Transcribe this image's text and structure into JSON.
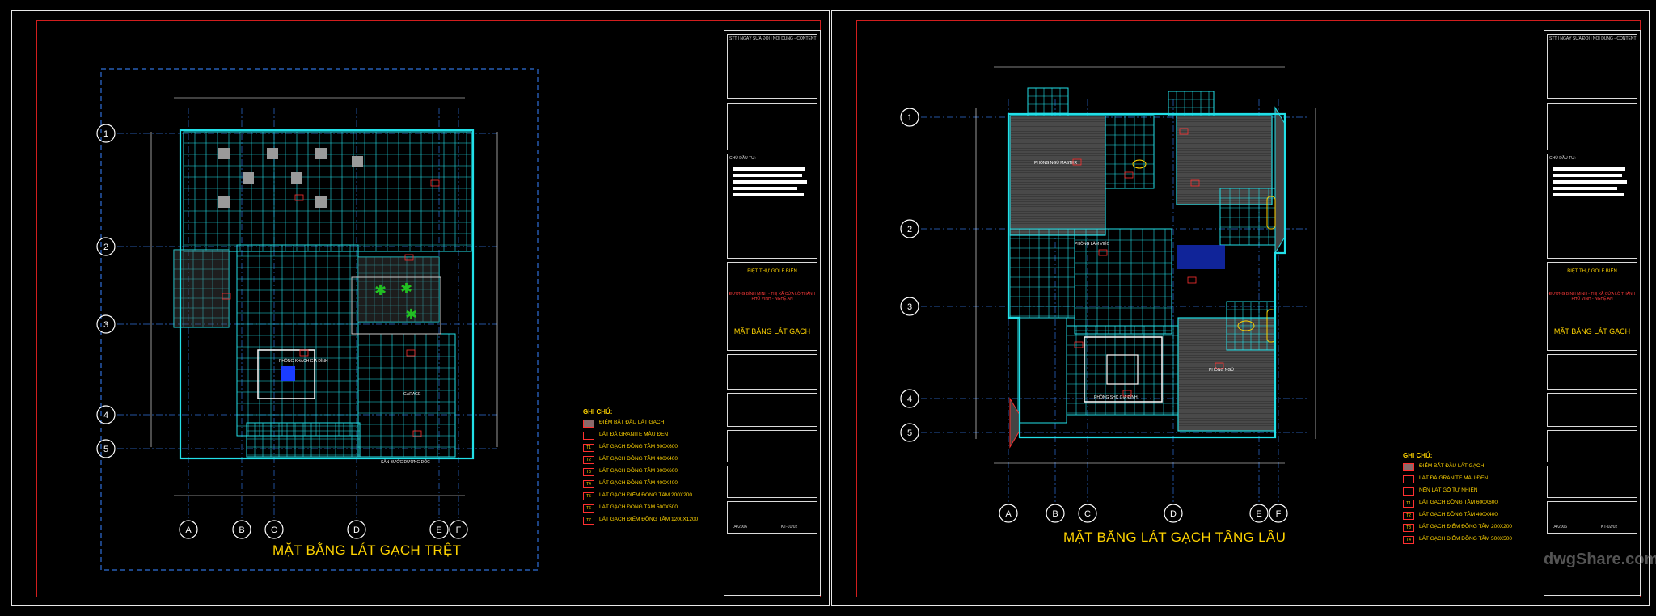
{
  "sheets": [
    {
      "plan_title": "MẶT BẰNG LÁT GẠCH TRỆT",
      "legend_title": "GHI CHÚ:",
      "legend": [
        {
          "code": "",
          "text": "ĐIỂM BẮT ĐẦU LÁT GẠCH"
        },
        {
          "code": "",
          "text": "LÁT ĐÁ GRANITE MÀU ĐEN"
        },
        {
          "code": "T1",
          "text": "LÁT GẠCH ĐỒNG TÂM 600X600"
        },
        {
          "code": "T2",
          "text": "LÁT GẠCH ĐỒNG TÂM 400X400"
        },
        {
          "code": "T3",
          "text": "LÁT GẠCH ĐỒNG TÂM 300X600"
        },
        {
          "code": "T4",
          "text": "LÁT GẠCH ĐỒNG TÂM 400X400"
        },
        {
          "code": "T5",
          "text": "LÁT GẠCH ĐIỂM ĐỒNG TÂM 200X200"
        },
        {
          "code": "T6",
          "text": "LÁT GẠCH ĐỒNG TÂM 500X500"
        },
        {
          "code": "T7",
          "text": "LÁT GẠCH ĐIỂM ĐỒNG TÂM 1200X1200"
        }
      ],
      "grid_rows": [
        "1",
        "2",
        "3",
        "4",
        "5"
      ],
      "grid_cols": [
        "A",
        "B",
        "C",
        "D",
        "E",
        "F"
      ],
      "rooms": [
        "PHÒNG KHÁCH GIA ĐÌNH",
        "GARAGE",
        "SÂN BƯỚC ĐƯỜNG DỐC"
      ],
      "title_block": {
        "project": "BIỆT THỰ GOLF BIỂN",
        "location": "ĐƯỜNG BÌNH MINH - THỊ XÃ CỬA LÒ THÀNH PHỐ VINH - NGHỆ AN",
        "drawing_name": "MẶT BẰNG LÁT GẠCH",
        "date": "04/2006",
        "sheet_no": "KT-01/02"
      }
    },
    {
      "plan_title": "MẶT BẰNG LÁT GẠCH TẦNG LẦU",
      "legend_title": "GHI CHÚ:",
      "legend": [
        {
          "code": "",
          "text": "ĐIỂM BẮT ĐẦU LÁT GẠCH"
        },
        {
          "code": "",
          "text": "LÁT ĐÁ GRANITE MÀU ĐEN"
        },
        {
          "code": "",
          "text": "NỀN LÁT GỖ TỰ NHIÊN"
        },
        {
          "code": "T1",
          "text": "LÁT GẠCH ĐỒNG TÂM 600X600"
        },
        {
          "code": "T2",
          "text": "LÁT GẠCH ĐỒNG TÂM 400X400"
        },
        {
          "code": "T3",
          "text": "LÁT GẠCH ĐIỂM ĐỒNG TÂM 200X200"
        },
        {
          "code": "T4",
          "text": "LÁT GẠCH ĐIỂM ĐỒNG TÂM 500X500"
        }
      ],
      "grid_rows": [
        "1",
        "2",
        "3",
        "4",
        "5"
      ],
      "grid_cols": [
        "A",
        "B",
        "C",
        "D",
        "E",
        "F"
      ],
      "rooms": [
        "PHÒNG NGỦ MASTER",
        "PHÒNG LÀM VIỆC",
        "PHÒNG NGỦ",
        "PHÒNG SHC GIA ĐÌNH"
      ],
      "title_block": {
        "project": "BIỆT THỰ GOLF BIỂN",
        "location": "ĐƯỜNG BÌNH MINH - THỊ XÃ CỬA LÒ THÀNH PHỐ VINH - NGHỆ AN",
        "drawing_name": "MẶT BẰNG LÁT GẠCH",
        "date": "04/2006",
        "sheet_no": "KT-02/02"
      }
    }
  ],
  "watermark": "dwgShare.com",
  "colors": {
    "cyan": "#22e0e8",
    "yellow": "#ffd400",
    "red": "#e02020",
    "grid": "#2f6fd8",
    "white": "#e8e8e8"
  }
}
